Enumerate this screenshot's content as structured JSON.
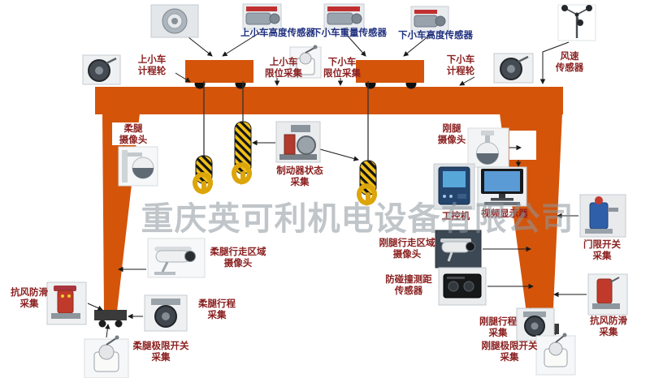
{
  "watermark": "重庆英可利机电设备有限公司",
  "colors": {
    "crane": "#d4540a",
    "label_red": "#8b2020",
    "label_blue": "#20317f",
    "hook_yellow": "#dca50a"
  },
  "labels": {
    "upper_trolley_height_sensor": "上小车高度传感器",
    "lower_trolley_weight_sensor": "下小车重量传感器",
    "lower_trolley_height_sensor": "下小车高度传感器",
    "wind_speed_sensor": "风速\n传感器",
    "upper_trolley_odometer_wheel": "上小车\n计程轮",
    "upper_trolley_limit_collection": "上小车\n限位采集",
    "lower_trolley_limit_collection": "下小车\n限位采集",
    "lower_trolley_odometer_wheel": "下小车\n计程轮",
    "flexible_leg_camera": "柔腿\n摄像头",
    "rigid_leg_camera": "刚腿\n摄像头",
    "brake_status_collection": "制动器状态\n采集",
    "industrial_computer": "工控机",
    "video_display": "视频显示器",
    "door_limit_switch_collection": "门限开关\n采集",
    "flexible_leg_walk_area_camera": "柔腿行走区域\n摄像头",
    "rigid_leg_walk_area_camera": "刚腿行走区域\n摄像头",
    "anti_collision_ranging_sensor": "防碰撞测距\n传感器",
    "anti_wind_anti_slip_left": "抗风防滑\n采集",
    "flexible_leg_travel_collection": "柔腿行程\n采集",
    "rigid_leg_travel_collection": "刚腿行程\n采集",
    "anti_wind_anti_slip_right": "抗风防滑\n采集",
    "flexible_leg_limit_switch_collection": "柔腿极限开关\n采集",
    "rigid_leg_limit_switch_collection": "刚腿极限开关\n采集"
  }
}
